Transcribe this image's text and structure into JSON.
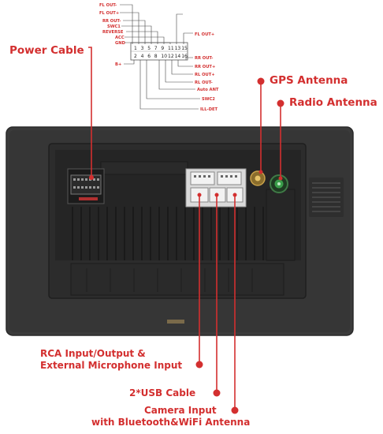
{
  "callouts": {
    "power_cable": "Power Cable",
    "gps_antenna": "GPS Antenna",
    "radio_antenna": "Radio Antenna",
    "rca_line1": "RCA Input/Output &",
    "rca_line2": "External Microphone Input",
    "usb_cable": "2*USB Cable",
    "camera_line1": "Camera Input",
    "camera_line2": "with Bluetooth&WiFi Antenna"
  },
  "pinout": {
    "left_labels": [
      "FL OUT-",
      "FL OUT+",
      "RR OUT-",
      "SWC1",
      "REVERSE",
      "ACC",
      "GND",
      "B+"
    ],
    "right_labels": [
      "FL OUT+",
      "RR OUT-",
      "RR OUT+",
      "RL OUT+",
      "RL OUT-",
      "Auto ANT",
      "SWC2",
      "ILL-DET"
    ],
    "top_numbers": [
      "1",
      "3",
      "5",
      "7",
      "9",
      "11",
      "13",
      "15"
    ],
    "bottom_numbers": [
      "2",
      "4",
      "6",
      "8",
      "10",
      "12",
      "14",
      "16"
    ]
  },
  "colors": {
    "accent_red": "#d32f2f",
    "unit_body": "#3a3a3a",
    "unit_dark": "#262626",
    "connector_white": "#f2f2f2"
  }
}
